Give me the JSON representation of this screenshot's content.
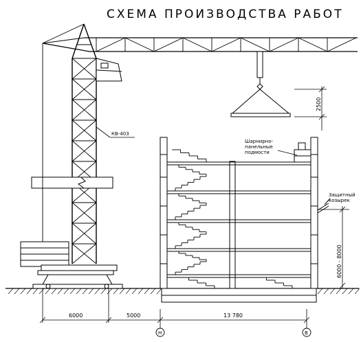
{
  "title": "СХЕМА  ПРОИЗВОДСТВА  РАБОТ",
  "labels": {
    "crane_model": "КВ-403",
    "scaffold": "Шарнирно-\nпанельные\nподмости",
    "canopy": "Защитный\nкозырек"
  },
  "dimensions": {
    "hook_height": "2500",
    "lift_range": "6000 - 8000",
    "crane_to_track": "6000",
    "track_to_building": "5000",
    "building_span": "13 780"
  },
  "axes": {
    "left_axis": "Н",
    "right_axis": "В"
  }
}
